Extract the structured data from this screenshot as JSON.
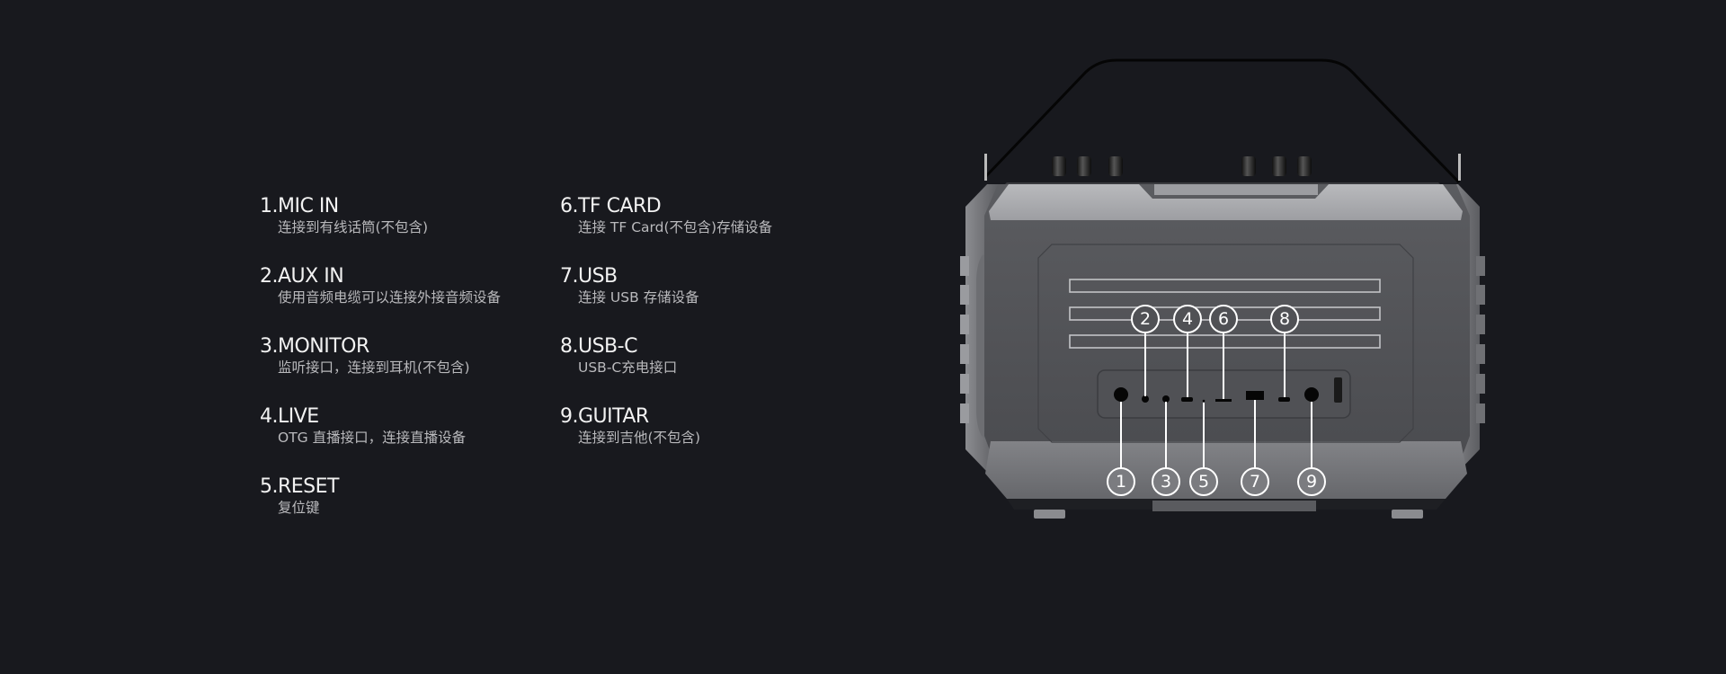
{
  "ports": [
    {
      "number": "1",
      "title": "1.MIC IN",
      "description": "连接到有线话筒(不包含)"
    },
    {
      "number": "2",
      "title": "2.AUX IN",
      "description": "使用音频电缆可以连接外接音频设备"
    },
    {
      "number": "3",
      "title": "3.MONITOR",
      "description": "监听接口，连接到耳机(不包含)"
    },
    {
      "number": "4",
      "title": "4.LIVE",
      "description": "OTG 直播接口，连接直播设备"
    },
    {
      "number": "5",
      "title": "5.RESET",
      "description": "复位键"
    },
    {
      "number": "6",
      "title": "6.TF CARD",
      "description": "连接 TF Card(不包含)存储设备"
    },
    {
      "number": "7",
      "title": "7.USB",
      "description": "连接 USB 存储设备"
    },
    {
      "number": "8",
      "title": "8.USB-C",
      "description": "USB-C充电接口"
    },
    {
      "number": "9",
      "title": "9.GUITAR",
      "description": "连接到吉他(不包含)"
    }
  ],
  "device": {
    "name": "portable-speaker-back-panel",
    "callouts_top": [
      "2",
      "4",
      "6",
      "8"
    ],
    "callouts_bottom": [
      "1",
      "3",
      "5",
      "7",
      "9"
    ]
  },
  "colors": {
    "background": "#18191e",
    "title_text": "#f2f2f2",
    "description_text": "#b9b9bc",
    "callout": "#ffffff"
  }
}
